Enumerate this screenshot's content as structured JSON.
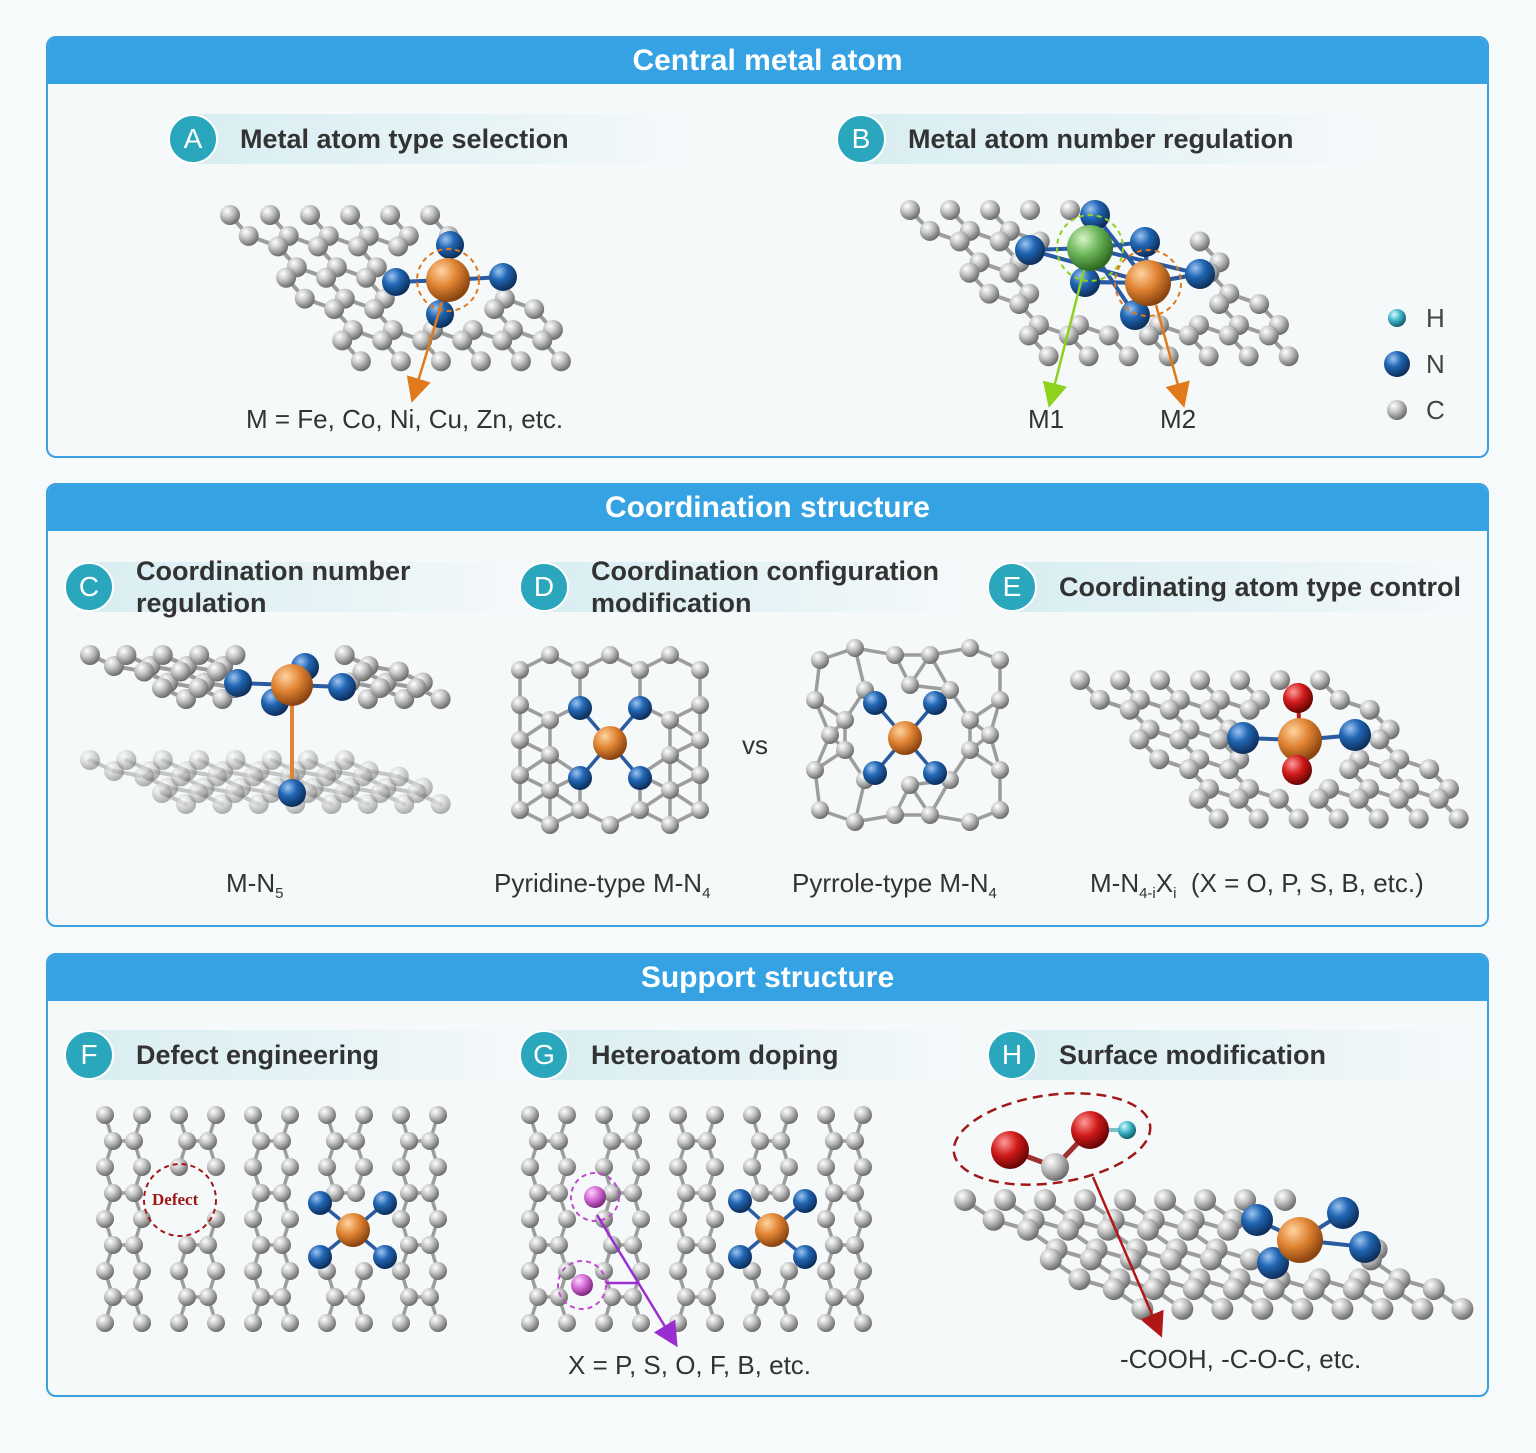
{
  "panels": [
    {
      "title": "Central metal atom"
    },
    {
      "title": "Coordination structure"
    },
    {
      "title": "Support structure"
    }
  ],
  "subpanels": {
    "A": {
      "letter": "A",
      "title": "Metal atom type selection",
      "caption": "M = Fe, Co, Ni, Cu, Zn, etc."
    },
    "B": {
      "letter": "B",
      "title": "Metal atom number regulation",
      "label_m1": "M1",
      "label_m2": "M2"
    },
    "C": {
      "letter": "C",
      "title_line1": "Coordination number",
      "title_line2": "regulation",
      "caption": "M-N",
      "caption_sub": "5"
    },
    "D": {
      "letter": "D",
      "title_line1": "Coordination configuration",
      "title_line2": "modification",
      "caption_left": "Pyridine-type M-N",
      "caption_left_sub": "4",
      "vs": "vs",
      "caption_right": "Pyrrole-type M-N",
      "caption_right_sub": "4"
    },
    "E": {
      "letter": "E",
      "title": "Coordinating atom type control",
      "cap_a": "M-N",
      "cap_sub1": "4-i",
      "cap_b": "X",
      "cap_sub2": "i",
      "cap_c": "(X = O, P, S, B, etc.)"
    },
    "F": {
      "letter": "F",
      "title": "Defect engineering",
      "defect_label": "Defect"
    },
    "G": {
      "letter": "G",
      "title": "Heteroatom doping",
      "caption": "X = P, S, O, F, B, etc."
    },
    "H": {
      "letter": "H",
      "title": "Surface modification",
      "caption": "-COOH, -C-O-C, etc."
    }
  },
  "legend": [
    {
      "symbol": "H",
      "color": "#3fb6c8"
    },
    {
      "symbol": "N",
      "color": "#1f5fa8"
    },
    {
      "symbol": "C",
      "color": "#9c9c9c"
    }
  ],
  "colors": {
    "panel_header": "#35a3e3",
    "carbon": "#a9a9a9",
    "nitrogen": "#1f5fa8",
    "metal": "#e08a3c",
    "metal2": "#6cb65a",
    "oxygen": "#d11a1a",
    "hetero": "#d66ad6",
    "hydrogen": "#3fb6c8"
  }
}
